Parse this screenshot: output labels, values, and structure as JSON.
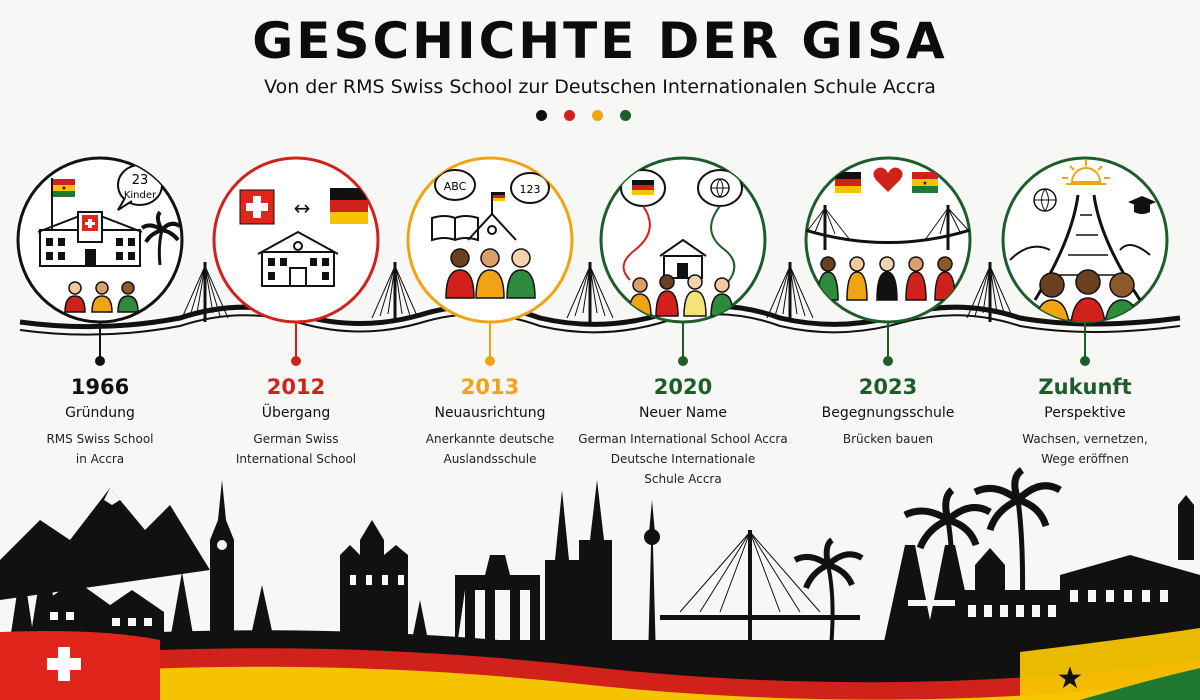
{
  "title": "GESCHICHTE DER GISA",
  "subtitle": "Von der RMS Swiss School zur Deutschen Internationalen Schule Accra",
  "colors": {
    "black": "#111111",
    "red": "#d0221a",
    "gold": "#f0a413",
    "green": "#1e5c2a",
    "swiss_red": "#e0251b",
    "german_gold": "#f5c400"
  },
  "dots": [
    "#111111",
    "#d0221a",
    "#f0a413",
    "#1e5c2a"
  ],
  "badge_23": {
    "number": "23",
    "word": "Kinder"
  },
  "badge_abc": "ABC",
  "badge_123": "123",
  "milestones": [
    {
      "year": "1966",
      "label": "Gründung",
      "desc": [
        "RMS Swiss School",
        "in Accra"
      ],
      "color": "#111111"
    },
    {
      "year": "2012",
      "label": "Übergang",
      "desc": [
        "German Swiss",
        "International School"
      ],
      "color": "#d0221a"
    },
    {
      "year": "2013",
      "label": "Neuausrichtung",
      "desc": [
        "Anerkannte deutsche",
        "Auslandsschule"
      ],
      "color": "#f0a413"
    },
    {
      "year": "2020",
      "label": "Neuer Name",
      "desc": [
        "German International School Accra",
        "Deutsche Internationale",
        "Schule Accra"
      ],
      "color": "#1e5c2a"
    },
    {
      "year": "2023",
      "label": "Begegnungsschule",
      "desc": [
        "Brücken bauen"
      ],
      "color": "#1e5c2a"
    },
    {
      "year": "Zukunft",
      "label": "Perspektive",
      "desc": [
        "Wachsen, vernetzen,",
        "Wege eröffnen"
      ],
      "color": "#1e5c2a"
    }
  ]
}
